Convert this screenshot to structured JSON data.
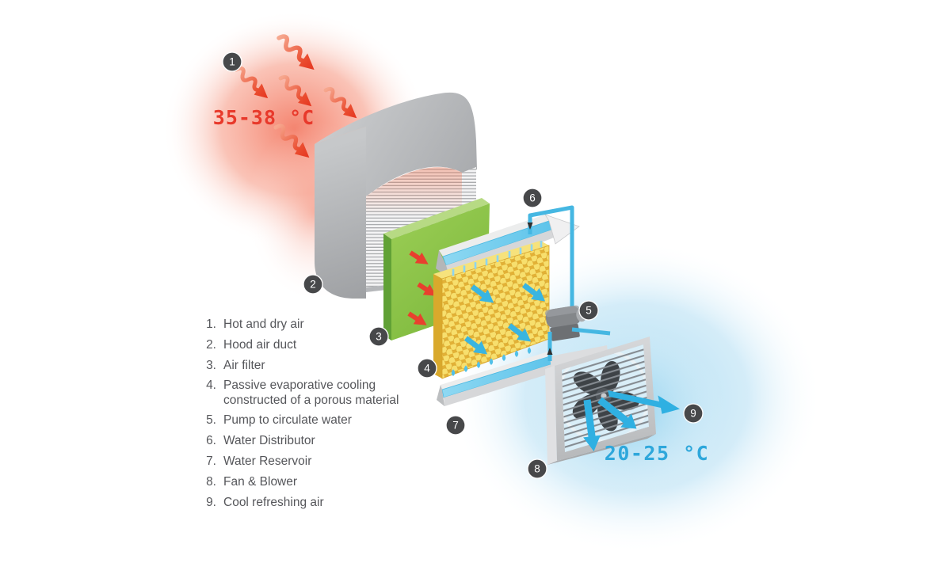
{
  "diagram": {
    "subject": "Evaporative cooling system",
    "temps": {
      "hot": "35-38 °C",
      "cold": "20-25 °C"
    },
    "badges": [
      "1",
      "2",
      "3",
      "4",
      "5",
      "6",
      "7",
      "8",
      "9"
    ],
    "legend": {
      "items": [
        {
          "num": "1.",
          "label": "Hot and dry air"
        },
        {
          "num": "2.",
          "label": "Hood air duct"
        },
        {
          "num": "3.",
          "label": "Air filter"
        },
        {
          "num": "4.",
          "label": "Passive evaporative cooling constructed of a porous material"
        },
        {
          "num": "5.",
          "label": "Pump to circulate water"
        },
        {
          "num": "6.",
          "label": "Water Distributor"
        },
        {
          "num": "7.",
          "label": "Water Reservoir"
        },
        {
          "num": "8.",
          "label": "Fan & Blower"
        },
        {
          "num": "9.",
          "label": "Cool refreshing air"
        }
      ]
    },
    "colors": {
      "hot_accent": "#e8402e",
      "cool_accent": "#35b2e2",
      "pad_yellow": "#eec73e",
      "filter_green": "#8cc63f",
      "metal_gray": "#c8c9cb",
      "badge_bg": "#47484a",
      "legend_text": "#55565a"
    }
  }
}
